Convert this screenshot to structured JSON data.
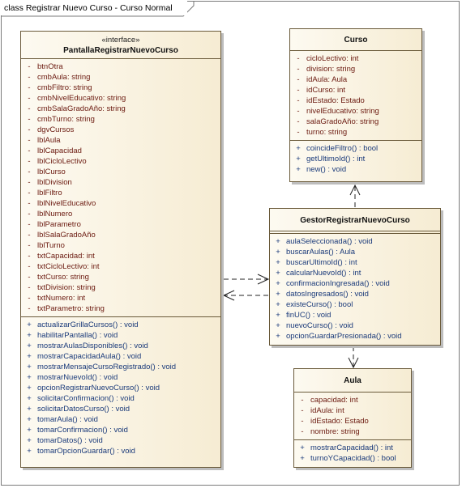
{
  "diagram_title": "class Registrar Nuevo Curso - Curso Normal",
  "classes": {
    "pantalla": {
      "stereotype": "«interface»",
      "name": "PantallaRegistrarNuevoCurso",
      "attributes": [
        {
          "vis": "-",
          "text": "btnOtra"
        },
        {
          "vis": "-",
          "text": "cmbAula:  string"
        },
        {
          "vis": "-",
          "text": "cmbFiltro:  string"
        },
        {
          "vis": "-",
          "text": "cmbNivelEducativo:  string"
        },
        {
          "vis": "-",
          "text": "cmbSalaGradoAño:  string"
        },
        {
          "vis": "-",
          "text": "cmbTurno:  string"
        },
        {
          "vis": "-",
          "text": "dgvCursos"
        },
        {
          "vis": "-",
          "text": "lblAula"
        },
        {
          "vis": "-",
          "text": "lblCapacidad"
        },
        {
          "vis": "-",
          "text": "lblCicloLectivo"
        },
        {
          "vis": "-",
          "text": "lblCurso"
        },
        {
          "vis": "-",
          "text": "lblDivision"
        },
        {
          "vis": "-",
          "text": "lblFiltro"
        },
        {
          "vis": "-",
          "text": "lblNivelEducativo"
        },
        {
          "vis": "-",
          "text": "lblNumero"
        },
        {
          "vis": "-",
          "text": "lblParametro"
        },
        {
          "vis": "-",
          "text": "lblSalaGradoAño"
        },
        {
          "vis": "-",
          "text": "lblTurno"
        },
        {
          "vis": "-",
          "text": "txtCapacidad:  int"
        },
        {
          "vis": "-",
          "text": "txtCicloLectivo:  int"
        },
        {
          "vis": "-",
          "text": "txtCurso:  string"
        },
        {
          "vis": "-",
          "text": "txtDivision:  string"
        },
        {
          "vis": "-",
          "text": "txtNumero:  int"
        },
        {
          "vis": "-",
          "text": "txtParametro:  string"
        }
      ],
      "operations": [
        {
          "vis": "+",
          "text": "actualizarGrillaCursos() : void"
        },
        {
          "vis": "+",
          "text": "habilitarPantalla() : void"
        },
        {
          "vis": "+",
          "text": "mostrarAulasDisponibles() : void"
        },
        {
          "vis": "+",
          "text": "mostrarCapacidadAula() : void"
        },
        {
          "vis": "+",
          "text": "mostrarMensajeCursoRegistrado() : void"
        },
        {
          "vis": "+",
          "text": "mostrarNuevoId() : void"
        },
        {
          "vis": "+",
          "text": "opcionRegistrarNuevoCurso() : void"
        },
        {
          "vis": "+",
          "text": "solicitarConfirmacion() : void"
        },
        {
          "vis": "+",
          "text": "solicitarDatosCurso() : void"
        },
        {
          "vis": "+",
          "text": "tomarAula() : void"
        },
        {
          "vis": "+",
          "text": "tomarConfirmacion() : void"
        },
        {
          "vis": "+",
          "text": "tomarDatos() : void"
        },
        {
          "vis": "+",
          "text": "tomarOpcionGuardar() : void"
        }
      ]
    },
    "curso": {
      "name": "Curso",
      "attributes": [
        {
          "vis": "-",
          "text": "cicloLectivo:  int"
        },
        {
          "vis": "-",
          "text": "division:  string"
        },
        {
          "vis": "-",
          "text": "idAula:  Aula"
        },
        {
          "vis": "-",
          "text": "idCurso:  int"
        },
        {
          "vis": "-",
          "text": "idEstado:  Estado"
        },
        {
          "vis": "-",
          "text": "nivelEducativo:  string"
        },
        {
          "vis": "-",
          "text": "salaGradoAño:  string"
        },
        {
          "vis": "-",
          "text": "turno:  string"
        }
      ],
      "operations": [
        {
          "vis": "+",
          "text": "coincideFiltro() : bool"
        },
        {
          "vis": "+",
          "text": "getUltimoId() : int"
        },
        {
          "vis": "+",
          "text": "new() : void"
        }
      ]
    },
    "gestor": {
      "name": "GestorRegistrarNuevoCurso",
      "attributes": [],
      "operations": [
        {
          "vis": "+",
          "text": "aulaSeleccionada() : void"
        },
        {
          "vis": "+",
          "text": "buscarAulas() : Aula"
        },
        {
          "vis": "+",
          "text": "buscarUltimoId() : int"
        },
        {
          "vis": "+",
          "text": "calcularNuevoId() : int"
        },
        {
          "vis": "+",
          "text": "confirmacionIngresada() : void"
        },
        {
          "vis": "+",
          "text": "datosIngresados() : void"
        },
        {
          "vis": "+",
          "text": "existeCurso() : bool"
        },
        {
          "vis": "+",
          "text": "finUC() : void"
        },
        {
          "vis": "+",
          "text": "nuevoCurso() : void"
        },
        {
          "vis": "+",
          "text": "opcionGuardarPresionada() : void"
        }
      ]
    },
    "aula": {
      "name": "Aula",
      "attributes": [
        {
          "vis": "-",
          "text": "capacidad:  int"
        },
        {
          "vis": "-",
          "text": "idAula:  int"
        },
        {
          "vis": "-",
          "text": "idEstado:  Estado"
        },
        {
          "vis": "-",
          "text": "nombre:  string"
        }
      ],
      "operations": [
        {
          "vis": "+",
          "text": "mostrarCapacidad() : int"
        },
        {
          "vis": "+",
          "text": "turnoYCapacidad() : bool"
        }
      ]
    }
  },
  "relations": [
    {
      "from": "gestor",
      "to": "curso",
      "kind": "dependency"
    },
    {
      "from": "gestor",
      "to": "aula",
      "kind": "dependency"
    },
    {
      "from": "pantalla",
      "to": "gestor",
      "kind": "dependency"
    },
    {
      "from": "gestor",
      "to": "pantalla",
      "kind": "dependency"
    }
  ]
}
